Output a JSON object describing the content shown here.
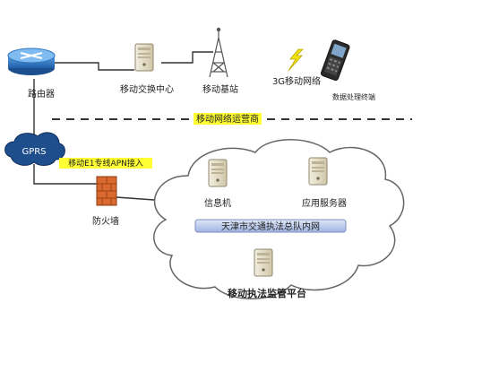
{
  "nodes": {
    "router": {
      "label": "路由器"
    },
    "switch_center": {
      "label": "移动交换中心"
    },
    "base_station": {
      "label": "移动基站"
    },
    "network_3g": {
      "label": "3G移动网络"
    },
    "terminal": {
      "label": "数据处理终端"
    },
    "gprs": {
      "label": "GPRS"
    },
    "firewall": {
      "label": "防火墙"
    },
    "signal_machine": {
      "label": "信息机"
    },
    "app_server": {
      "label": "应用服务器"
    },
    "platform": {
      "label": "移动执法监管平台"
    }
  },
  "labels": {
    "operator_network": "移动网络运营商",
    "apn_access": "移动E1专线APN接入",
    "internal_network": "天津市交通执法总队内网"
  },
  "colors": {
    "highlight": "#ffff33",
    "router_blue": "#2f78c4",
    "cloud_blue": "#1f4e8c",
    "firewall": "#d9692e",
    "bus": "#b8c8ec",
    "server": "#e9e1c8"
  }
}
